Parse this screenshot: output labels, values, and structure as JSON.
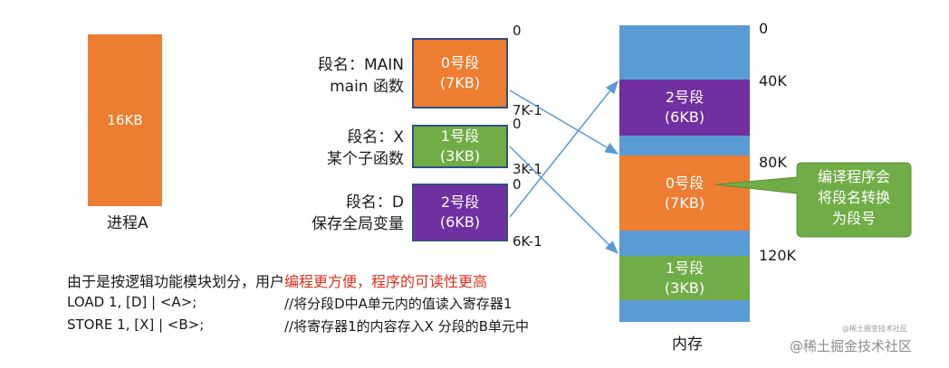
{
  "process": {
    "size": "16KB",
    "label": "进程A"
  },
  "segments": [
    {
      "name_line1": "段名：MAIN",
      "name_line2": "main 函数",
      "title": "0号段",
      "size": "(7KB)",
      "start": "0",
      "end": "7K-1"
    },
    {
      "name_line1": "段名：X",
      "name_line2": "某个子函数",
      "title": "1号段",
      "size": "(3KB)",
      "start": "0",
      "end": "3K-1"
    },
    {
      "name_line1": "段名：D",
      "name_line2": "保存全局变量",
      "title": "2号段",
      "size": "(6KB)",
      "start": "0",
      "end": "6K-1"
    }
  ],
  "memory": {
    "label": "内存",
    "addresses": [
      "0",
      "40K",
      "80K",
      "120K"
    ],
    "blocks": [
      {
        "title": "2号段",
        "size": "(6KB)"
      },
      {
        "title": "0号段",
        "size": "(7KB)"
      },
      {
        "title": "1号段",
        "size": "(3KB)"
      }
    ]
  },
  "callout": {
    "line1": "编译程序会",
    "line2": "将段名转换",
    "line3": "为段号"
  },
  "text": {
    "line1_normal": "由于是按逻辑功能模块划分，用户",
    "line1_red": "编程更方便，程序的可读性更高",
    "code": [
      {
        "instr": "LOAD 1, [D] | <A>;",
        "comment": "//将分段D中A单元内的值读入寄存器1"
      },
      {
        "instr": "STORE 1, [X] | <B>;",
        "comment": "//将寄存器1的内容存入X 分段的B单元中"
      }
    ]
  },
  "watermark": {
    "small": "@稀土掘金技术社区",
    "large": "@稀土掘金技术社区"
  },
  "colors": {
    "orange": "#ed7d31",
    "green": "#70ad47",
    "purple": "#7030a0",
    "memory_blue": "#5b9bd5",
    "arrow": "#5b9bd5",
    "red_text": "#e0301e"
  }
}
